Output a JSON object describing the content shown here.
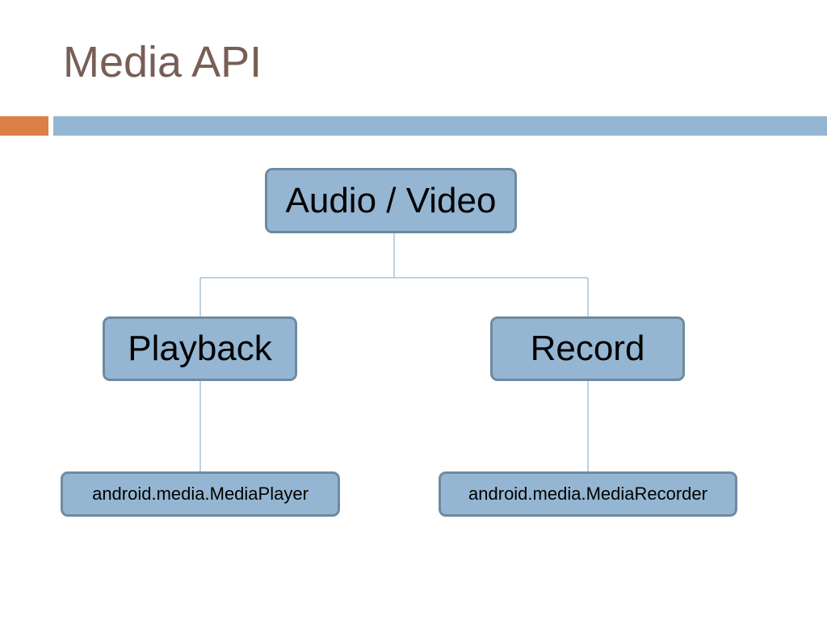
{
  "slide": {
    "title": "Media API"
  },
  "diagram": {
    "root": {
      "label": "Audio / Video"
    },
    "children": [
      {
        "label": "Playback",
        "leaf": {
          "label": "android.media.MediaPlayer"
        }
      },
      {
        "label": "Record",
        "leaf": {
          "label": "android.media.MediaRecorder"
        }
      }
    ]
  },
  "colors": {
    "title": "#775f55",
    "accent_bar": "#dd8047",
    "main_bar": "#94b6d2",
    "node_fill": "#94b6d2",
    "node_border": "#6f8aa0",
    "connector": "#a9c3d8"
  }
}
